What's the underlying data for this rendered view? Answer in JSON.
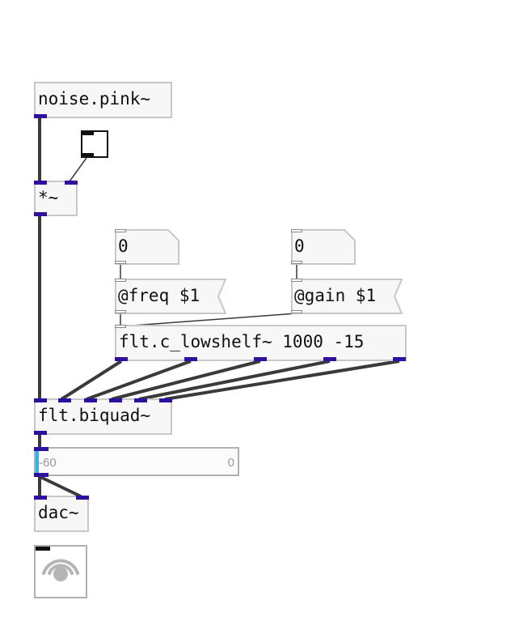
{
  "objects": {
    "noise": "noise.pink~",
    "mul": "*~",
    "lowshelf": "flt.c_lowshelf~ 1000 -15",
    "biquad": "flt.biquad~",
    "dac": "dac~"
  },
  "messages": {
    "freq_value": "0",
    "gain_value": "0",
    "freq_msg": "@freq $1",
    "gain_msg": "@gain $1"
  },
  "meter": {
    "min": "-60",
    "max": "0",
    "level": 0.0
  },
  "toggle": {
    "checked": false
  },
  "colors": {
    "inlet": "#2e0f9e",
    "cable": "#3a3a3a",
    "meter_fill": "#29b6e8"
  }
}
